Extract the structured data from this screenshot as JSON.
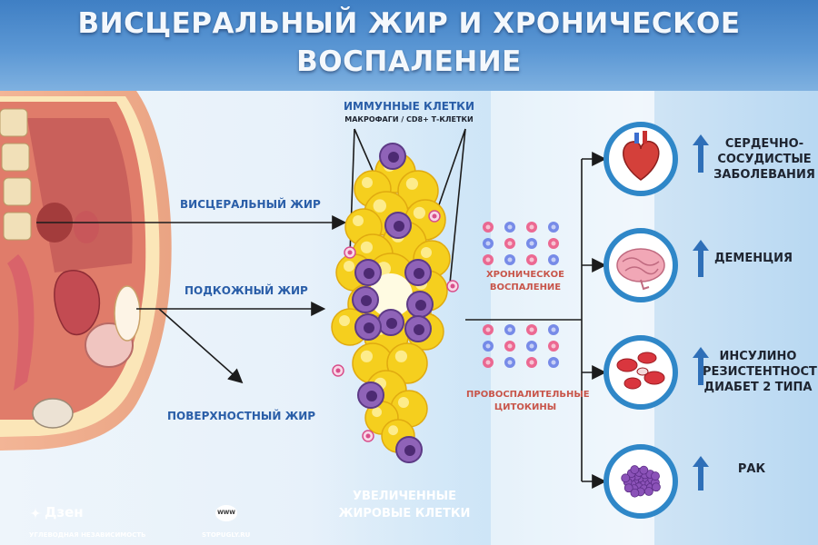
{
  "title": {
    "line1": "ВИСЦЕРАЛЬНЫЙ ЖИР И ХРОНИЧЕСКОЕ",
    "line2": "ВОСПАЛЕНИЕ"
  },
  "left_labels": {
    "visceral": "ВИСЦЕРАЛЬНЫЙ ЖИР",
    "subcutaneous": "ПОДКОЖНЫЙ ЖИР",
    "superficial": "ПОВЕРХНОСТНЫЙ ЖИР"
  },
  "immune": {
    "title": "ИММУННЫЕ КЛЕТКИ",
    "subtitle": "МАКРОФАГИ / CD8+ Т-КЛЕТКИ"
  },
  "fat_cells": {
    "line1": "УВЕЛИЧЕННЫЕ",
    "line2": "ЖИРОВЫЕ КЛЕТКИ"
  },
  "middle_labels": {
    "chronic_line1": "ХРОНИЧЕСКОЕ",
    "chronic_line2": "ВОСПАЛЕНИЕ",
    "cytokines_line1": "ПРОВОСПАЛИТЕЛЬНЫЕ",
    "cytokines_line2": "ЦИТОКИНЫ"
  },
  "outcomes": [
    {
      "icon": "heart-icon",
      "lines": [
        "СЕРДЕЧНО-",
        "СОСУДИСТЫЕ",
        "ЗАБОЛЕВАНИЯ"
      ]
    },
    {
      "icon": "brain-icon",
      "lines": [
        "ДЕМЕНЦИЯ"
      ]
    },
    {
      "icon": "blood-cells-icon",
      "lines": [
        "ИНСУЛИНО",
        "РЕЗИСТЕНТНОСТЬ",
        "ДИАБЕТ 2 ТИПА"
      ]
    },
    {
      "icon": "tumor-icon",
      "lines": [
        "РАК"
      ]
    }
  ],
  "footer": {
    "brand": "Дзен",
    "brand_sub": "УГЛЕВОДНАЯ НЕЗАВИСИМОСТЬ",
    "web_badge": "WWW",
    "site": "STOPUGLY.RU"
  },
  "colors": {
    "header": "#4a88cc",
    "label_blue": "#2a5ea8",
    "label_red": "#c8554a",
    "fat_yellow": "#f5cf1e",
    "macrophage": "#8f63b8",
    "cytokine_pink": "#ec5a86",
    "cytokine_blue": "#6a7fe6",
    "ring_blue": "#2f87c8",
    "arrow_blue": "#2f6fb8"
  }
}
